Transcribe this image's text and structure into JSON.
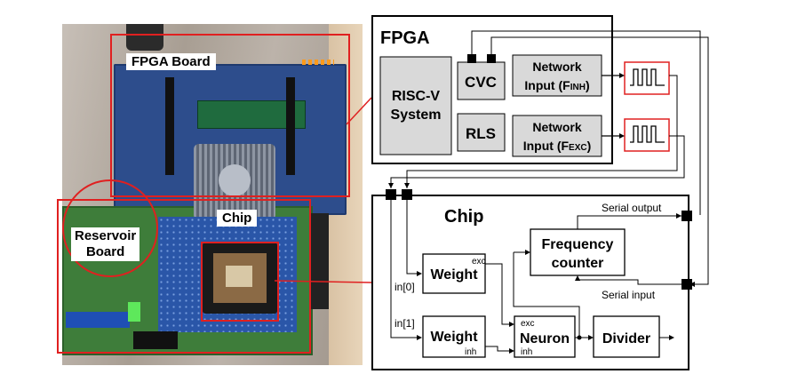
{
  "photo": {
    "labels": {
      "fpga_board": "FPGA Board",
      "chip": "Chip",
      "reservoir_line1": "Reservoir",
      "reservoir_line2": "Board"
    }
  },
  "fpga_block": {
    "title": "FPGA",
    "riscv_line1": "RISC-V",
    "riscv_line2": "System",
    "cvc": "CVC",
    "rls": "RLS",
    "net_inh_line1": "Network",
    "net_inh_line2_prefix": "Input (F",
    "net_inh_sub": "INH",
    "net_inh_suffix": ")",
    "net_exc_line1": "Network",
    "net_exc_line2_prefix": "Input (F",
    "net_exc_sub": "EXC",
    "net_exc_suffix": ")"
  },
  "chip_block": {
    "title": "Chip",
    "weight_exc_label": "Weight",
    "weight_exc_tag": "exc",
    "weight_inh_label": "Weight",
    "weight_inh_tag": "inh",
    "freq_line1": "Frequency",
    "freq_line2": "counter",
    "neuron_label": "Neuron",
    "neuron_exc_tag": "exc",
    "neuron_inh_tag": "inh",
    "divider_label": "Divider",
    "in0": "in[0]",
    "in1": "in[1]",
    "serial_output": "Serial output",
    "serial_input": "Serial input"
  },
  "colors": {
    "annotation_red": "#e02020",
    "block_fill": "#d9d9d9",
    "line": "#000000"
  }
}
